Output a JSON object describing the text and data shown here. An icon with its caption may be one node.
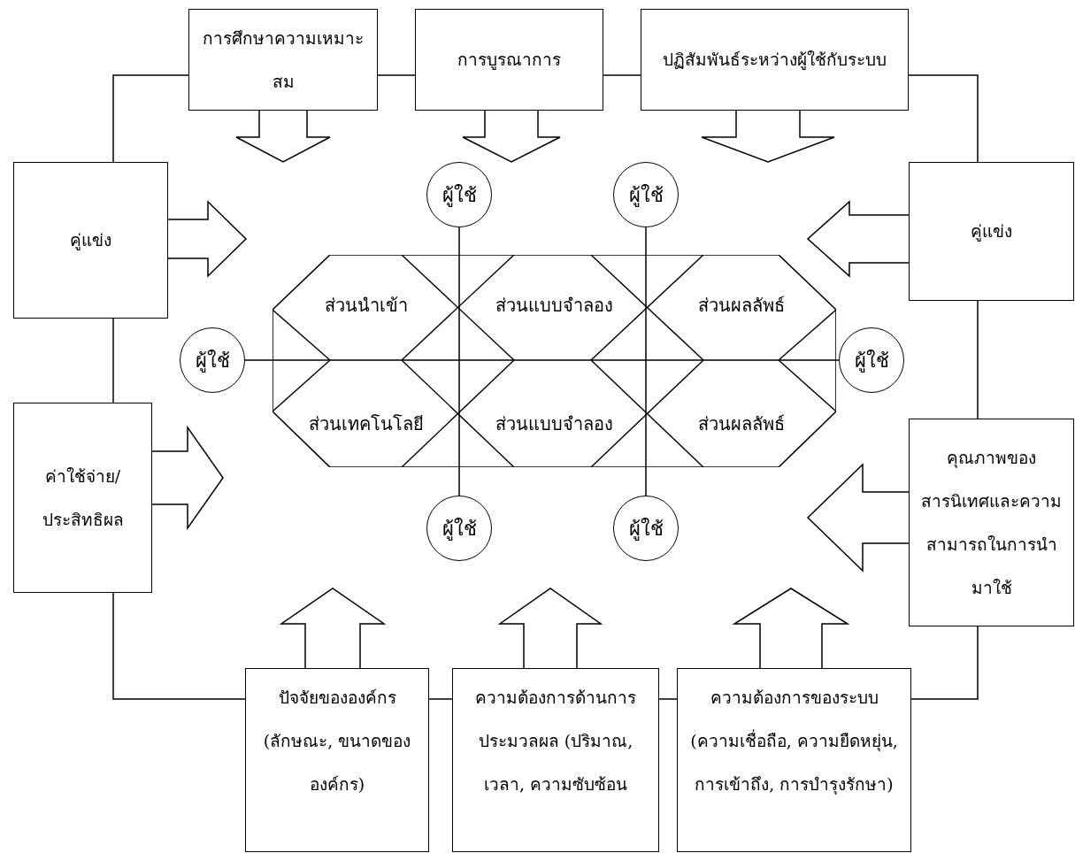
{
  "diagram": {
    "nodes": [
      {
        "text": [
          "การศึกษาความเหมาะสม"
        ]
      },
      {
        "text": [
          "การบูรณาการ"
        ]
      },
      {
        "text": [
          "ปฏิสัมพันธ์ระหว่างผู้ใช้กับระบบ"
        ]
      },
      {
        "text": [
          "ผู้ใช้"
        ]
      },
      {
        "text": [
          "ผู้ใช้"
        ]
      },
      {
        "text": [
          "คู่แข่ง"
        ]
      },
      {
        "text": [
          "คู่แข่ง"
        ]
      },
      {
        "text": [],
        "shape": "octagon"
      },
      {
        "text": [
          "ส่วนนำเข้า"
        ],
        "in": 7
      },
      {
        "text": [
          "ส่วนแบบจำลอง"
        ],
        "in": 7
      },
      {
        "text": [
          "ส่วนผลลัพธ์"
        ],
        "in": 7
      },
      {
        "text": [
          "ส่วนเทคโนโลยี"
        ],
        "in": 7
      },
      {
        "text": [
          "ส่วนแบบจำลอง"
        ],
        "in": 7
      },
      {
        "text": [
          "ส่วนผลลัพธ์"
        ],
        "in": 7
      },
      {
        "text": [
          "ผู้ใช้"
        ]
      },
      {
        "text": [
          "ผู้ใช้"
        ]
      },
      {
        "text": [
          "ค่าใช้จ่าย/ประสิทธิผล"
        ]
      },
      {
        "text": [
          "คุณภาพของสารนิเทศและความสามารถในการนำมาใช้"
        ]
      },
      {
        "text": [
          "ผู้ใช้"
        ]
      },
      {
        "text": [
          "ผู้ใช้"
        ]
      },
      {
        "text": [
          "ปัจจัยขององค์กร (ลักษณะ, ขนาดขององค์กร)"
        ]
      },
      {
        "text": [
          "ความต้องการด้านการประมวลผล (ปริมาณ, เวลา, ความซับซ้อน"
        ]
      },
      {
        "text": [
          "ความต้องการของระบบ (ความเชื่อถือ, ความยืดหยุ่น, การเข้าถึง, การบำรุงรักษา)"
        ]
      }
    ],
    "edges": [
      {
        "from": 0,
        "to": 1,
        "arrow": "none"
      },
      {
        "from": 1,
        "to": 2,
        "arrow": "none"
      },
      {
        "from": 2,
        "to": 6,
        "arrow": "none"
      },
      {
        "from": 6,
        "to": 17,
        "arrow": "none"
      },
      {
        "from": 17,
        "to": 22,
        "arrow": "none"
      },
      {
        "from": 22,
        "to": 21,
        "arrow": "none"
      },
      {
        "from": 21,
        "to": 20,
        "arrow": "none"
      },
      {
        "from": 20,
        "to": 16,
        "arrow": "none"
      },
      {
        "from": 16,
        "to": 5,
        "arrow": "none"
      },
      {
        "from": 5,
        "to": 0,
        "arrow": "none"
      },
      {
        "from": 0,
        "to": null,
        "arrow": "to"
      },
      {
        "from": 1,
        "to": null,
        "arrow": "to"
      },
      {
        "from": 2,
        "to": null,
        "arrow": "to"
      },
      {
        "from": 5,
        "to": null,
        "arrow": "to"
      },
      {
        "from": 6,
        "to": null,
        "arrow": "to"
      },
      {
        "from": 16,
        "to": null,
        "arrow": "to"
      },
      {
        "from": 17,
        "to": null,
        "arrow": "to"
      },
      {
        "from": 20,
        "to": null,
        "arrow": "to"
      },
      {
        "from": 21,
        "to": null,
        "arrow": "to"
      },
      {
        "from": 22,
        "to": null,
        "arrow": "to"
      },
      {
        "from": 3,
        "to": 18,
        "arrow": "none"
      },
      {
        "from": 4,
        "to": 19,
        "arrow": "none"
      },
      {
        "from": 14,
        "to": 15,
        "arrow": "none"
      }
    ]
  }
}
